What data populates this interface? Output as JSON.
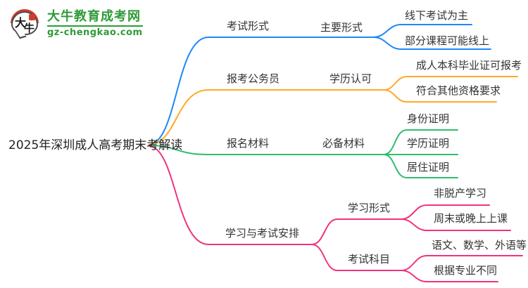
{
  "logo": {
    "mark_char_1": "大",
    "mark_char_2": "牛",
    "site_name": "大牛教育成考网",
    "site_url": "gz-chengkao.com",
    "brand_green": "#2F9A37",
    "seal_red": "#D23C2A"
  },
  "mindmap": {
    "root_label": "2025年深圳成人高考期末考解读",
    "text_color": "#333333",
    "branches": [
      {
        "label": "考试形式",
        "color": "#1E88F5",
        "sub": {
          "label": "主要形式",
          "leaves": [
            "线下考试为主",
            "部分课程可能线上"
          ]
        }
      },
      {
        "label": "报考公务员",
        "color": "#FFA928",
        "sub": {
          "label": "学历认可",
          "leaves": [
            "成人本科毕业证可报考",
            "符合其他资格要求"
          ]
        }
      },
      {
        "label": "报名材料",
        "color": "#2EBD6E",
        "sub": {
          "label": "必备材料",
          "leaves": [
            "身份证明",
            "学历证明",
            "居住证明"
          ]
        }
      },
      {
        "label": "学习与考试安排",
        "color": "#F1327F",
        "subs": [
          {
            "label": "学习形式",
            "leaves": [
              "非脱产学习",
              "周末或晚上上课"
            ]
          },
          {
            "label": "考试科目",
            "leaves": [
              "语文、数学、外语等",
              "根据专业不同"
            ]
          }
        ]
      }
    ]
  }
}
